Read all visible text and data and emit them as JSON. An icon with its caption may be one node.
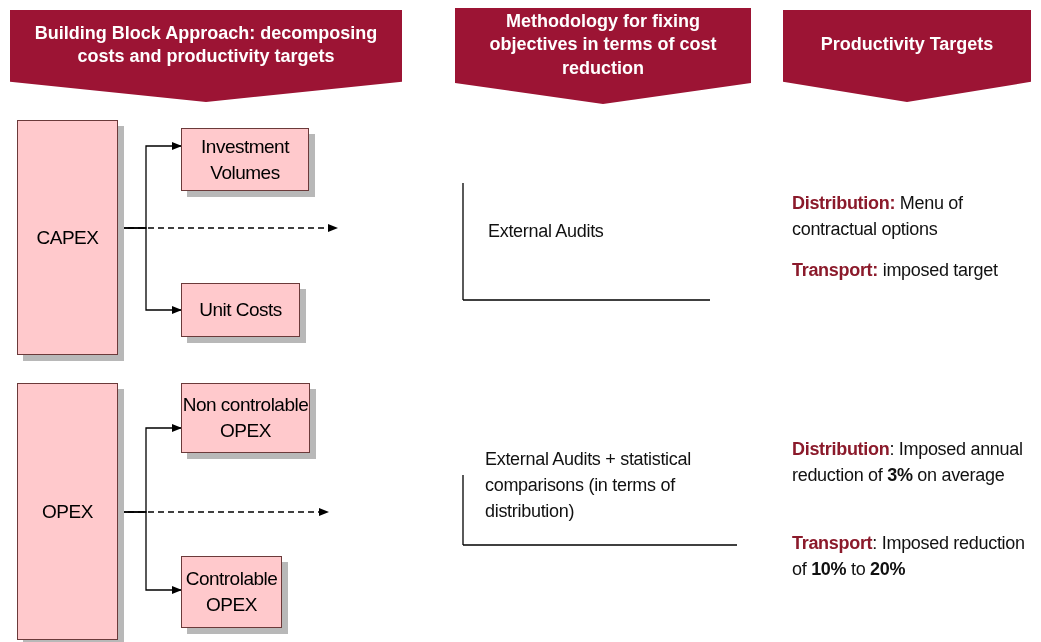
{
  "diagram": {
    "nodes": [
      {
        "text": [
          "Building Block Approach: decomposing costs and productivity targets"
        ]
      },
      {
        "text": [
          "Methodology for fixing objectives in terms of cost reduction"
        ]
      },
      {
        "text": [
          "Productivity Targets"
        ]
      },
      {
        "text": [
          "CAPEX"
        ]
      },
      {
        "text": [
          "Investment Volumes"
        ]
      },
      {
        "text": [
          "Unit Costs"
        ]
      },
      {
        "text": [
          "OPEX"
        ]
      },
      {
        "text": [
          "Non controlable OPEX"
        ]
      },
      {
        "text": [
          "Controlable OPEX"
        ]
      }
    ],
    "edges": [
      {
        "from": 3,
        "to": 4,
        "arrow": "to"
      },
      {
        "from": 3,
        "to": 5,
        "arrow": "to"
      },
      {
        "from": 3,
        "to": null,
        "arrow": "to",
        "style": "dashed"
      },
      {
        "from": 6,
        "to": 7,
        "arrow": "to"
      },
      {
        "from": 6,
        "to": 8,
        "arrow": "to"
      },
      {
        "from": 6,
        "to": null,
        "arrow": "to",
        "style": "dashed"
      }
    ],
    "labels": [
      "External Audits",
      "**Distribution:** Menu of contractual options",
      "**Transport:** imposed target",
      "External Audits + statistical comparisons (in terms of distribution)",
      "**Distribution**: Imposed annual reduction of **3%** on average",
      "**Transport**: Imposed reduction of **10%** to **20%**"
    ]
  }
}
